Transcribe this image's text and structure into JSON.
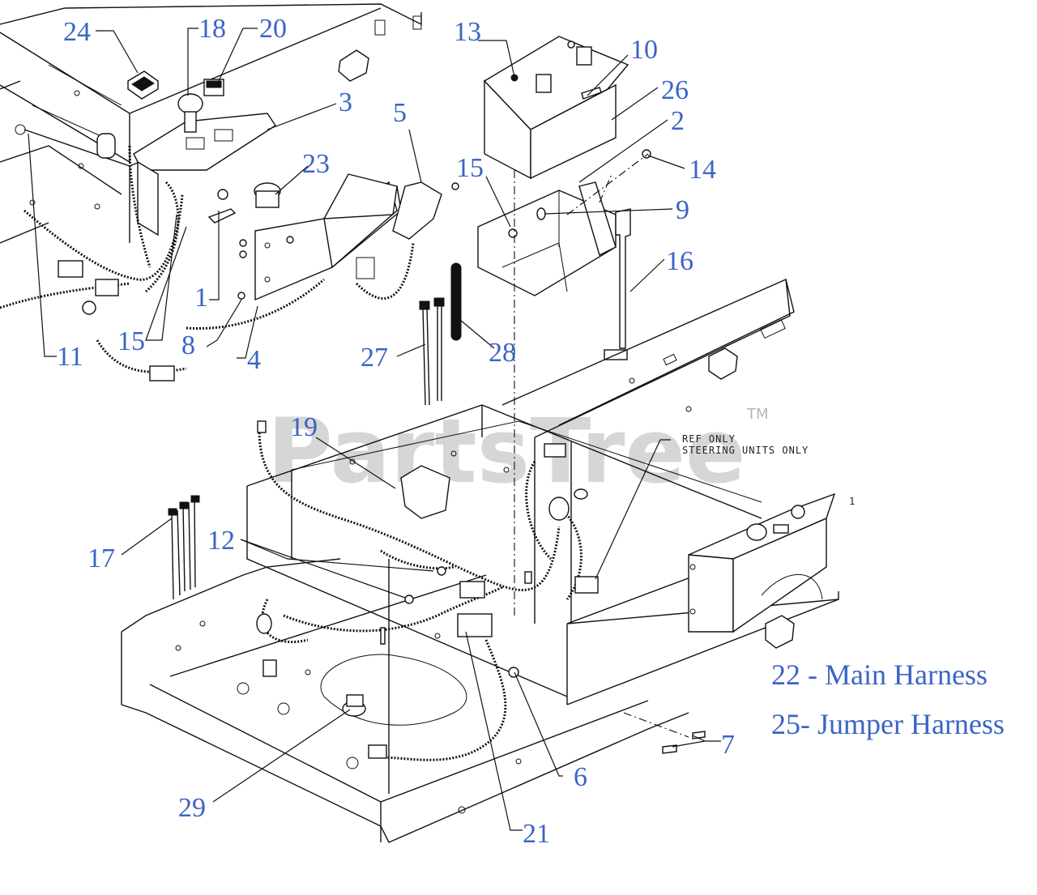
{
  "watermark": {
    "brand": "PartsTree",
    "trademark": "TM"
  },
  "note": {
    "line1": "REF ONLY",
    "line2": "STEERING UNITS ONLY"
  },
  "stray_mark": "1",
  "legend": {
    "item1": "22 - Main Harness",
    "item2": "25- Jumper Harness"
  },
  "callouts": {
    "c24": "24",
    "c18": "18",
    "c20": "20",
    "c3": "3",
    "c5": "5",
    "c23": "23",
    "c13": "13",
    "c10": "10",
    "c26": "26",
    "c2": "2",
    "c14": "14",
    "c15a": "15",
    "c9": "9",
    "c16": "16",
    "c1": "1",
    "c15b": "15",
    "c8": "8",
    "c4": "4",
    "c11": "11",
    "c27": "27",
    "c28": "28",
    "c19": "19",
    "c12": "12",
    "c17": "17",
    "c7": "7",
    "c6": "6",
    "c29": "29",
    "c21": "21"
  }
}
